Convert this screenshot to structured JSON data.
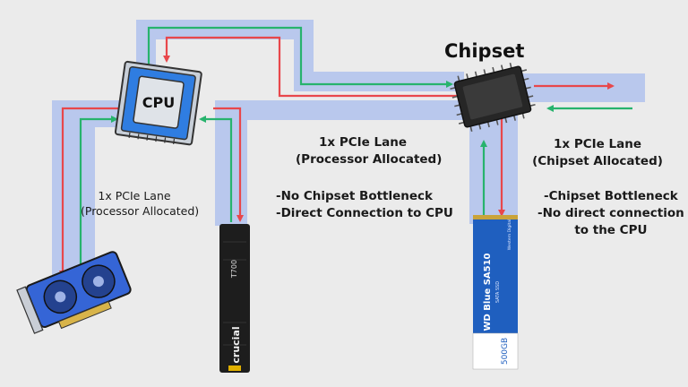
{
  "title": "Chipset",
  "cpu": {
    "label": "CPU"
  },
  "left_lane": {
    "line1": "1x PCIe Lane",
    "line2": "(Processor Allocated)"
  },
  "center_lane": {
    "line1": "1x PCIe Lane",
    "line2": "(Processor Allocated)"
  },
  "center_notes": [
    "-No Chipset Bottleneck",
    "-Direct Connection to CPU"
  ],
  "right_lane": {
    "line1": "1x PCIe Lane",
    "line2": "(Chipset Allocated)"
  },
  "right_notes": [
    "-Chipset Bottleneck",
    "-No direct connection",
    "to the  CPU"
  ],
  "ssd_center": {
    "brand": "crucial",
    "model": "T700"
  },
  "ssd_right": {
    "brand": "WD Blue",
    "model": "SA510",
    "sub": "SATA SSD",
    "capacity": "500GB",
    "maker": "Western Digital"
  },
  "colors": {
    "lane": "#b9c8ed",
    "upstream": "#e8474b",
    "downstream": "#27b36d",
    "cpu": "#2f7de1",
    "gpu": "#3565d6"
  }
}
